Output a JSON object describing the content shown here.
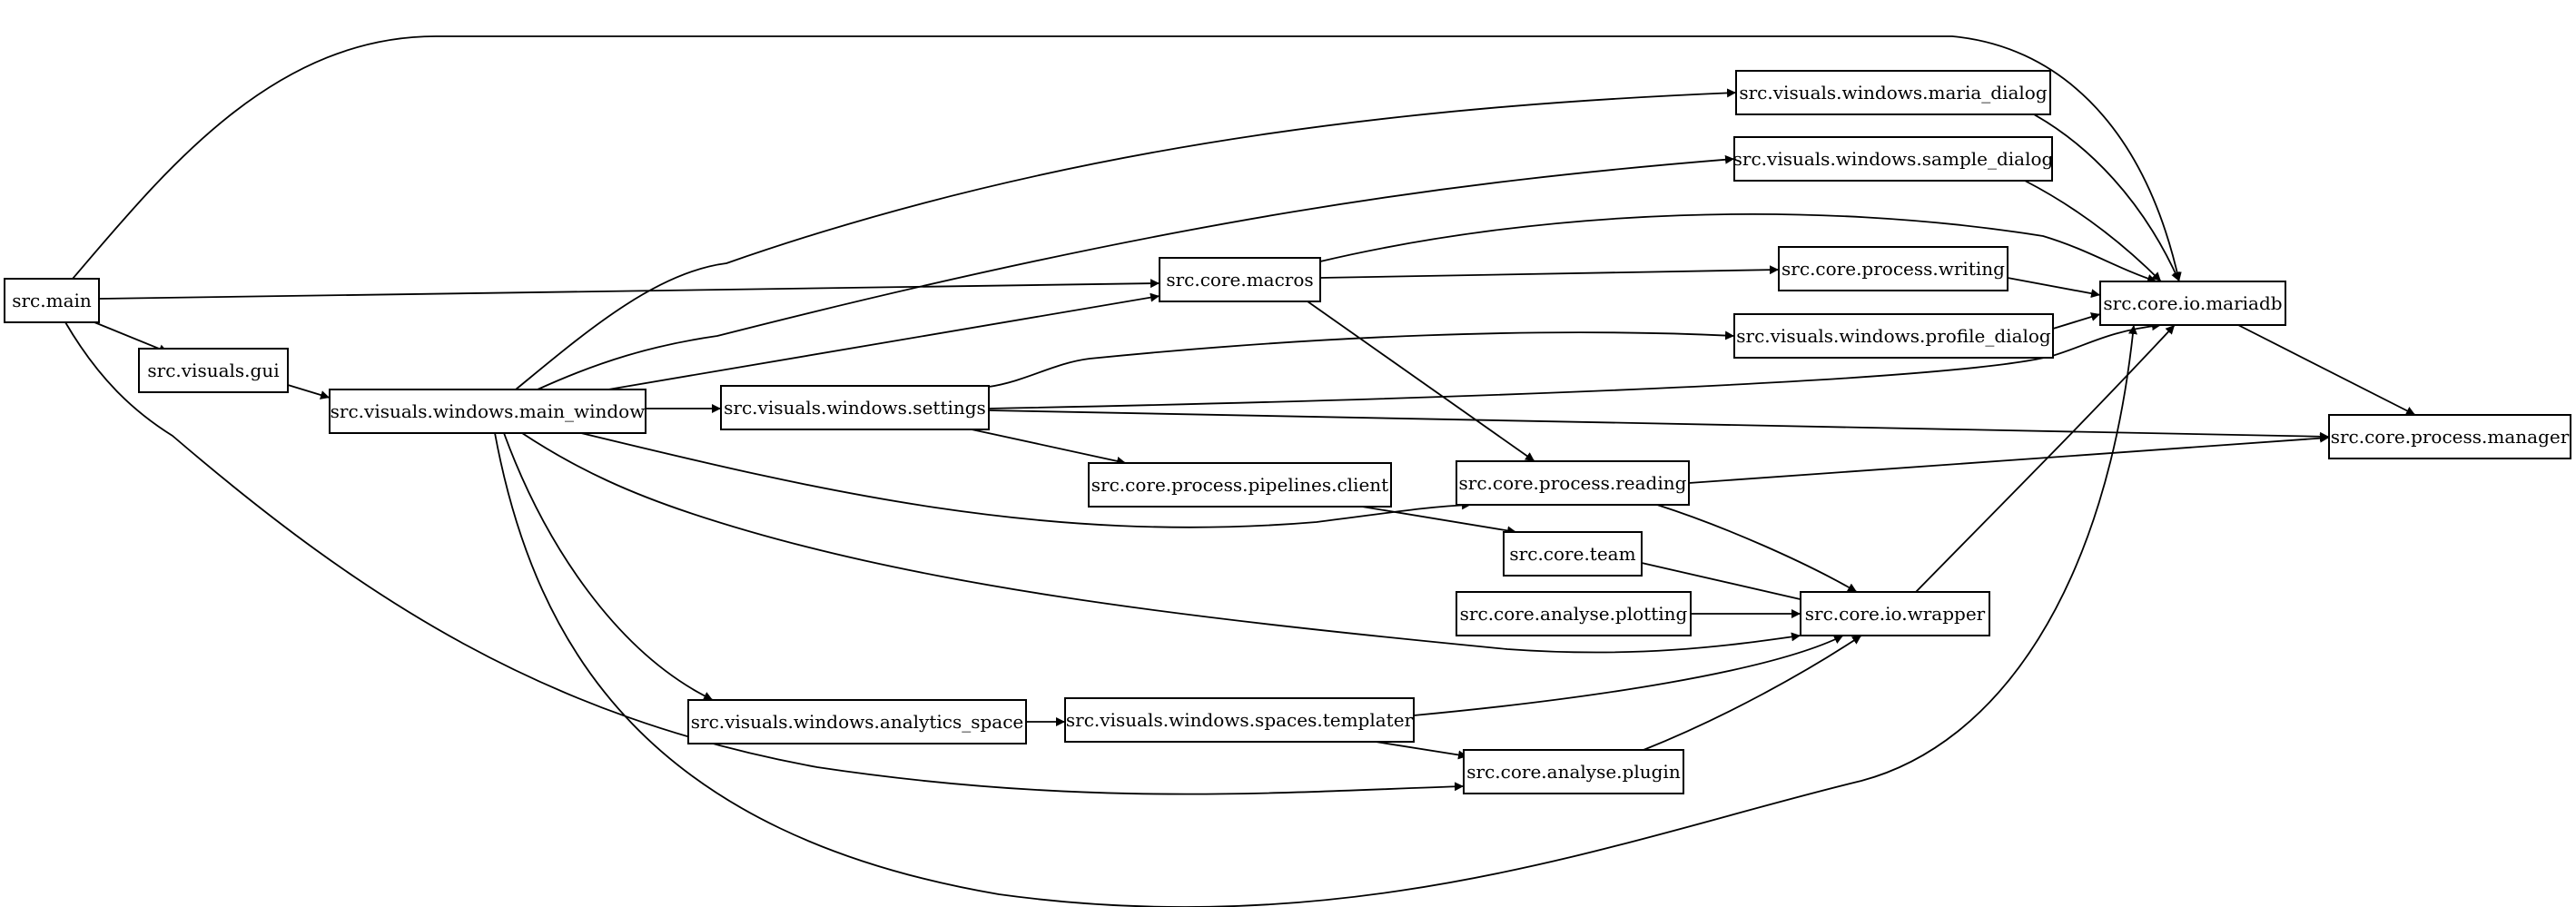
{
  "diagram": {
    "nodes": [
      {
        "id": "main",
        "label": "src.main"
      },
      {
        "id": "gui",
        "label": "src.visuals.gui"
      },
      {
        "id": "main_window",
        "label": "src.visuals.windows.main_window"
      },
      {
        "id": "settings",
        "label": "src.visuals.windows.settings"
      },
      {
        "id": "macros",
        "label": "src.core.macros"
      },
      {
        "id": "pipelines",
        "label": "src.core.process.pipelines.client"
      },
      {
        "id": "reading",
        "label": "src.core.process.reading"
      },
      {
        "id": "team",
        "label": "src.core.team"
      },
      {
        "id": "plotting",
        "label": "src.core.analyse.plotting"
      },
      {
        "id": "analytics",
        "label": "src.visuals.windows.analytics_space"
      },
      {
        "id": "templater",
        "label": "src.visuals.windows.spaces.templater"
      },
      {
        "id": "plugin",
        "label": "src.core.analyse.plugin"
      },
      {
        "id": "maria_dialog",
        "label": "src.visuals.windows.maria_dialog"
      },
      {
        "id": "sample_dialog",
        "label": "src.visuals.windows.sample_dialog"
      },
      {
        "id": "writing",
        "label": "src.core.process.writing"
      },
      {
        "id": "profile_dialog",
        "label": "src.visuals.windows.profile_dialog"
      },
      {
        "id": "mariadb",
        "label": "src.core.io.mariadb"
      },
      {
        "id": "wrapper",
        "label": "src.core.io.wrapper"
      },
      {
        "id": "manager",
        "label": "src.core.process.manager"
      }
    ],
    "edges": [
      {
        "from": "main",
        "to": "gui"
      },
      {
        "from": "main",
        "to": "macros"
      },
      {
        "from": "main",
        "to": "mariadb"
      },
      {
        "from": "main",
        "to": "plugin"
      },
      {
        "from": "gui",
        "to": "main_window"
      },
      {
        "from": "main_window",
        "to": "settings"
      },
      {
        "from": "main_window",
        "to": "macros"
      },
      {
        "from": "main_window",
        "to": "maria_dialog"
      },
      {
        "from": "main_window",
        "to": "sample_dialog"
      },
      {
        "from": "main_window",
        "to": "reading"
      },
      {
        "from": "main_window",
        "to": "wrapper"
      },
      {
        "from": "main_window",
        "to": "analytics"
      },
      {
        "from": "main_window",
        "to": "mariadb"
      },
      {
        "from": "settings",
        "to": "pipelines"
      },
      {
        "from": "settings",
        "to": "profile_dialog"
      },
      {
        "from": "settings",
        "to": "mariadb"
      },
      {
        "from": "settings",
        "to": "manager"
      },
      {
        "from": "macros",
        "to": "writing"
      },
      {
        "from": "macros",
        "to": "reading"
      },
      {
        "from": "macros",
        "to": "mariadb"
      },
      {
        "from": "pipelines",
        "to": "team"
      },
      {
        "from": "reading",
        "to": "wrapper"
      },
      {
        "from": "reading",
        "to": "manager"
      },
      {
        "from": "team",
        "to": "wrapper"
      },
      {
        "from": "plotting",
        "to": "wrapper"
      },
      {
        "from": "analytics",
        "to": "templater"
      },
      {
        "from": "templater",
        "to": "wrapper"
      },
      {
        "from": "templater",
        "to": "plugin"
      },
      {
        "from": "plugin",
        "to": "wrapper"
      },
      {
        "from": "maria_dialog",
        "to": "mariadb"
      },
      {
        "from": "sample_dialog",
        "to": "mariadb"
      },
      {
        "from": "writing",
        "to": "mariadb"
      },
      {
        "from": "profile_dialog",
        "to": "mariadb"
      },
      {
        "from": "wrapper",
        "to": "mariadb"
      },
      {
        "from": "mariadb",
        "to": "manager"
      }
    ]
  }
}
